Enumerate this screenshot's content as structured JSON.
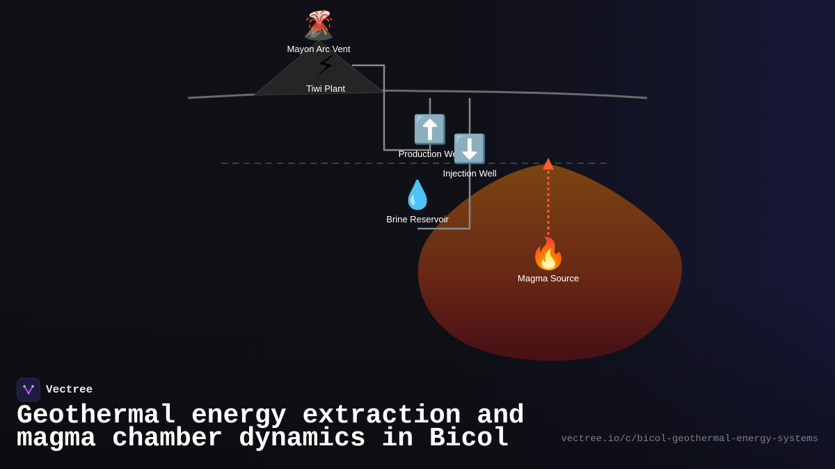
{
  "diagram": {
    "nodes": {
      "vent": {
        "icon": "🌋",
        "label": "Mayon Arc Vent"
      },
      "plant": {
        "icon": "⚡",
        "label": "Tiwi Plant"
      },
      "production": {
        "icon": "⬆️",
        "label": "Production Well"
      },
      "injection": {
        "icon": "⬇️",
        "label": "Injection Well"
      },
      "brine": {
        "icon": "💧",
        "label": "Brine Reservoir"
      },
      "magma": {
        "icon": "🔥",
        "label": "Magma Source"
      }
    },
    "colors": {
      "magma_top": "#7a4511",
      "magma_bottom": "#5a1218",
      "heat_flow": "#ff5a2a",
      "pipe": "#8a8a8a",
      "ground": "#6b6b6b"
    }
  },
  "brand": {
    "name": "Vectree"
  },
  "title": "Geothermal energy extraction and magma chamber dynamics in Bicol",
  "url": "vectree.io/c/bicol-geothermal-energy-systems"
}
